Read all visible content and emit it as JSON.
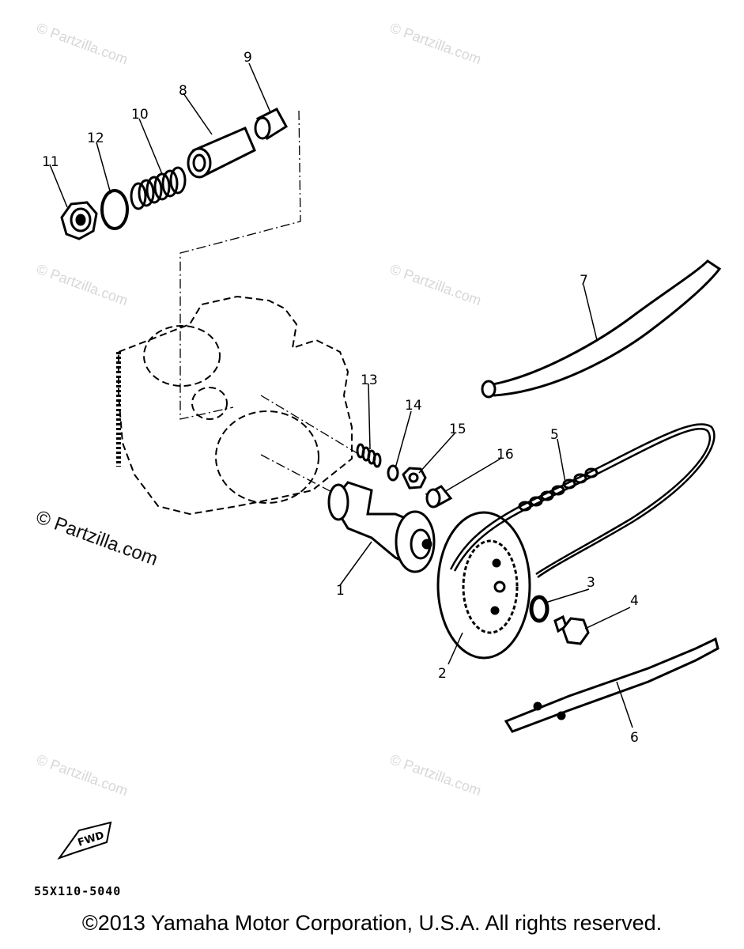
{
  "diagram": {
    "callouts": {
      "c1": "1",
      "c2": "2",
      "c3": "3",
      "c4": "4",
      "c5": "5",
      "c6": "6",
      "c7": "7",
      "c8": "8",
      "c9": "9",
      "c10": "10",
      "c11": "11",
      "c12": "12",
      "c13": "13",
      "c14": "14",
      "c15": "15",
      "c16": "16"
    },
    "fwd_label": "FWD",
    "diagram_code": "55X110-5040"
  },
  "watermark": {
    "text": "© Partzilla.com"
  },
  "footer": {
    "copyright": "©2013  Yamaha Motor Corporation, U.S.A. All rights reserved."
  }
}
